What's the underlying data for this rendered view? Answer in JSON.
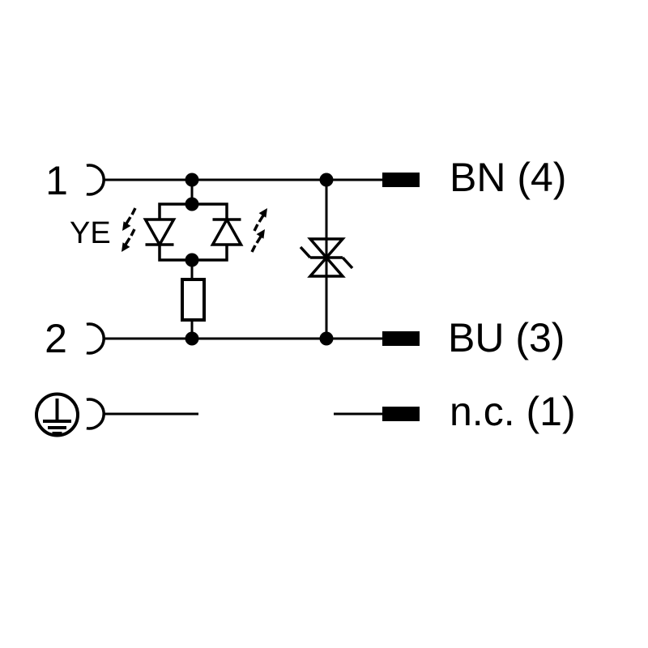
{
  "page": {
    "background_color": "#ffffff",
    "line_color": "#000000"
  },
  "diagram": {
    "kind": "connector-wiring-diagram",
    "pins": {
      "pin1": {
        "number": "1",
        "conductor": "BN (4)"
      },
      "pin2": {
        "number": "2",
        "conductor": "BU (3)"
      },
      "pe": {
        "conductor": "n.c. (1)"
      }
    },
    "led": {
      "label": "YE"
    },
    "symbols": [
      "socket-contact-icon",
      "led-bipolar-icon",
      "light-arrow-icon",
      "resistor-icon",
      "suppressor-diode-icon",
      "protective-earth-icon",
      "wire-end-icon"
    ]
  }
}
